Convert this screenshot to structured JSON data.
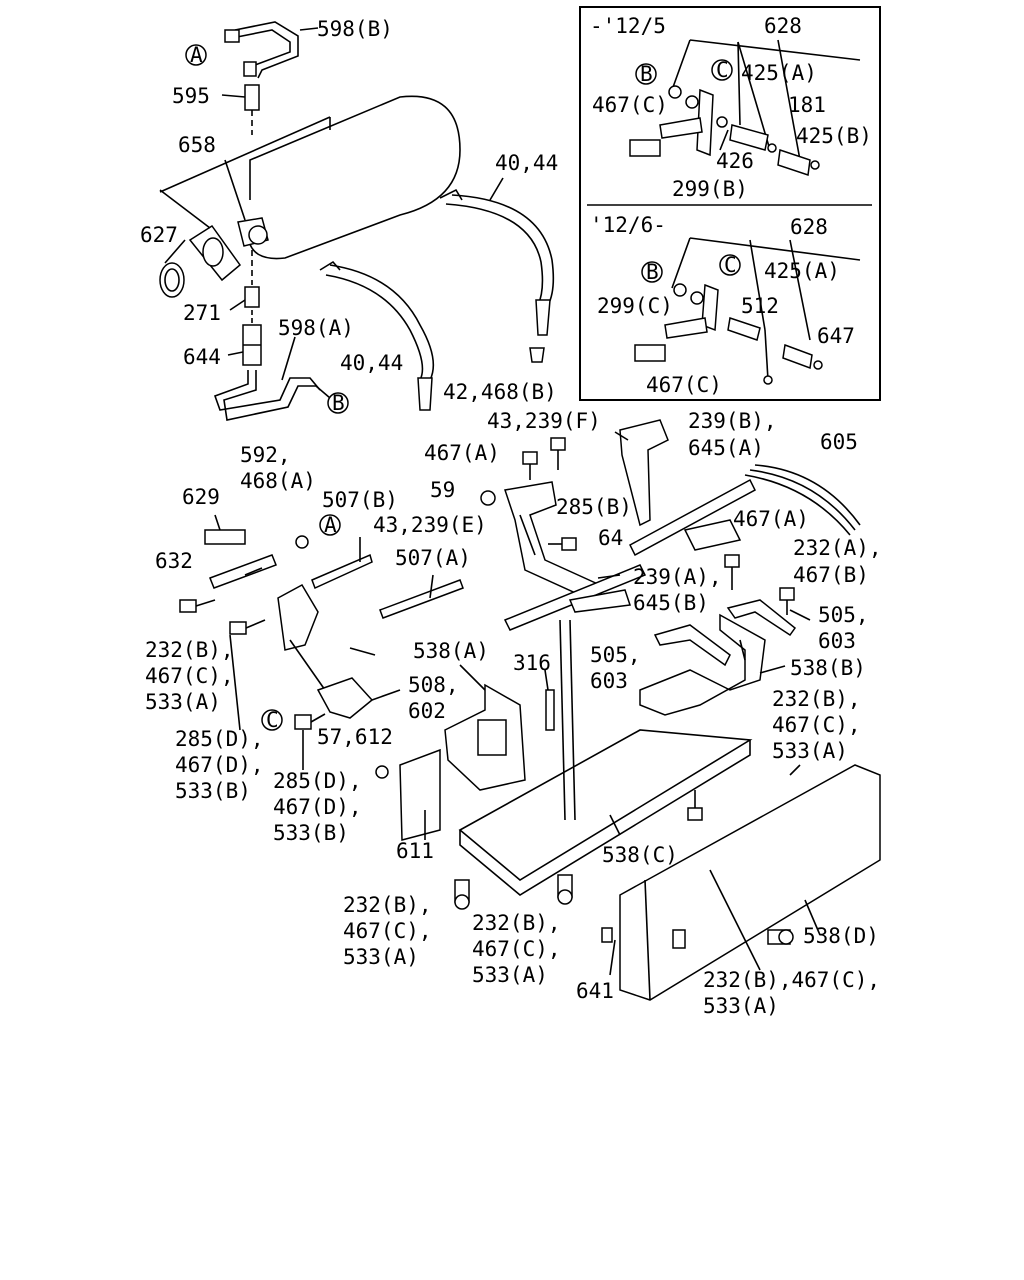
{
  "callouts": {
    "598b": "598(B)",
    "595": "595",
    "658": "658",
    "627": "627",
    "271": "271",
    "644": "644",
    "598a": "598(A)",
    "4044_top": "40,44",
    "4044_mid": "40,44",
    "42468b": "42,468(B)",
    "43239f": "43,239(F)",
    "239b": "239(B),",
    "645a": "645(A)",
    "605": "605",
    "467a_1": "467(A)",
    "285b": "285(B)",
    "59": "59",
    "64": "64",
    "592": "592,",
    "468a": "468(A)",
    "507b": "507(B)",
    "629": "629",
    "632": "632",
    "43239e": "43,239(E)",
    "507a": "507(A)",
    "239a": "239(A),",
    "645b": "645(B)",
    "467a_2": "467(A)",
    "232a": "232(A),",
    "467b": "467(B)",
    "232b_1": "232(B),",
    "467c_1": "467(C),",
    "533a_1": "533(A)",
    "505_1": "505,",
    "603_1": "603",
    "505_2": "505,",
    "603_2": "603",
    "538a": "538(A)",
    "316": "316",
    "538b": "538(B)",
    "285d_1": "285(D),",
    "467d_1": "467(D),",
    "533b_1": "533(B)",
    "508": "508,",
    "602": "602",
    "57612": "57,612",
    "232b_2": "232(B),",
    "467c_2": "467(C),",
    "533a_2": "533(A)",
    "285d_2": "285(D),",
    "467d_2": "467(D),",
    "533b_2": "533(B)",
    "611": "611",
    "538c": "538(C)",
    "232b_3": "232(B),",
    "467c_3": "467(C),",
    "533a_3": "533(A)",
    "232b_4": "232(B),",
    "467c_4": "467(C),",
    "533a_4": "533(A)",
    "538d": "538(D)",
    "641": "641",
    "232b_5": "232(B),467(C),",
    "533a_5": "533(A)"
  },
  "inset": {
    "top_period": "-'12/5",
    "top_628": "628",
    "top_425a": "425(A)",
    "top_181": "181",
    "top_425b": "425(B)",
    "top_467c": "467(C)",
    "top_426": "426",
    "top_299b": "299(B)",
    "bot_period": "'12/6-",
    "bot_628": "628",
    "bot_425a": "425(A)",
    "bot_299c": "299(C)",
    "bot_512": "512",
    "bot_647": "647",
    "bot_467c": "467(C)"
  },
  "markers": {
    "a": "A",
    "b": "B",
    "c": "C"
  }
}
